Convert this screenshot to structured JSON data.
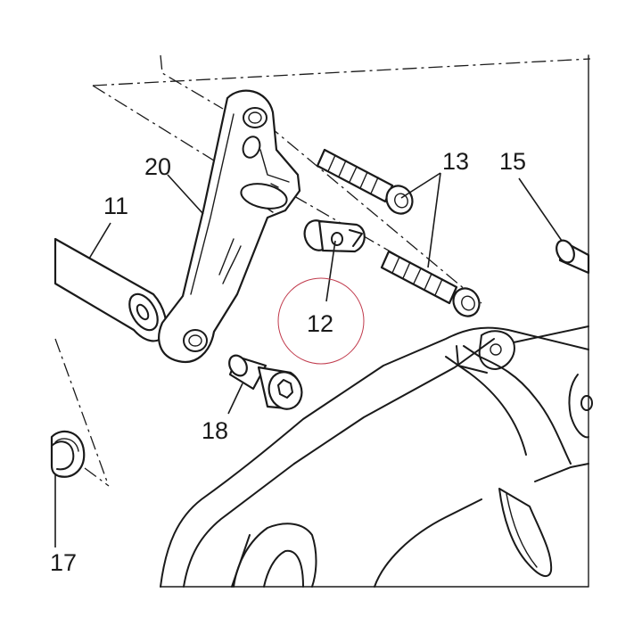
{
  "callouts": {
    "c11": "11",
    "c12": "12",
    "c13": "13",
    "c15": "15",
    "c17": "17",
    "c18": "18",
    "c20": "20"
  },
  "colors": {
    "line": "#1a1a1a",
    "background": "#ffffff",
    "marker_circle": "#c0394b"
  }
}
